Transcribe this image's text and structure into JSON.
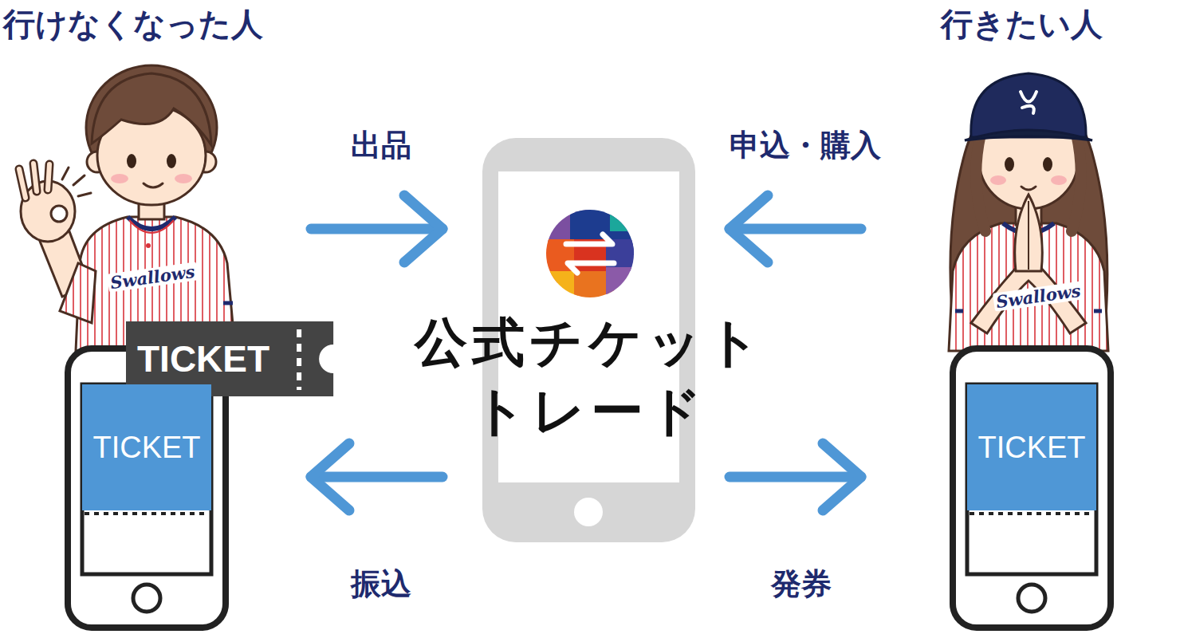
{
  "diagram": {
    "nodes": [
      {
        "text": [
          "行けなくなった人"
        ]
      },
      {
        "text": [
          "TICKET"
        ],
        "in": 0
      },
      {
        "text": [
          "TICKET"
        ],
        "in": 0
      },
      {
        "text": [
          "公式チケット トレード"
        ]
      },
      {
        "text": [
          "行きたい人"
        ]
      },
      {
        "text": [
          "TICKET"
        ],
        "in": 4
      }
    ],
    "edges": [
      {
        "from": 0,
        "to": 3,
        "label": "出品",
        "arrow": "to"
      },
      {
        "from": 4,
        "to": 3,
        "label": "申込・購入",
        "arrow": "to"
      },
      {
        "from": 3,
        "to": 0,
        "label": "振込",
        "arrow": "to"
      },
      {
        "from": 3,
        "to": 4,
        "label": "発券",
        "arrow": "to"
      }
    ],
    "labels": [
      "Swallows",
      "Swallows"
    ]
  }
}
